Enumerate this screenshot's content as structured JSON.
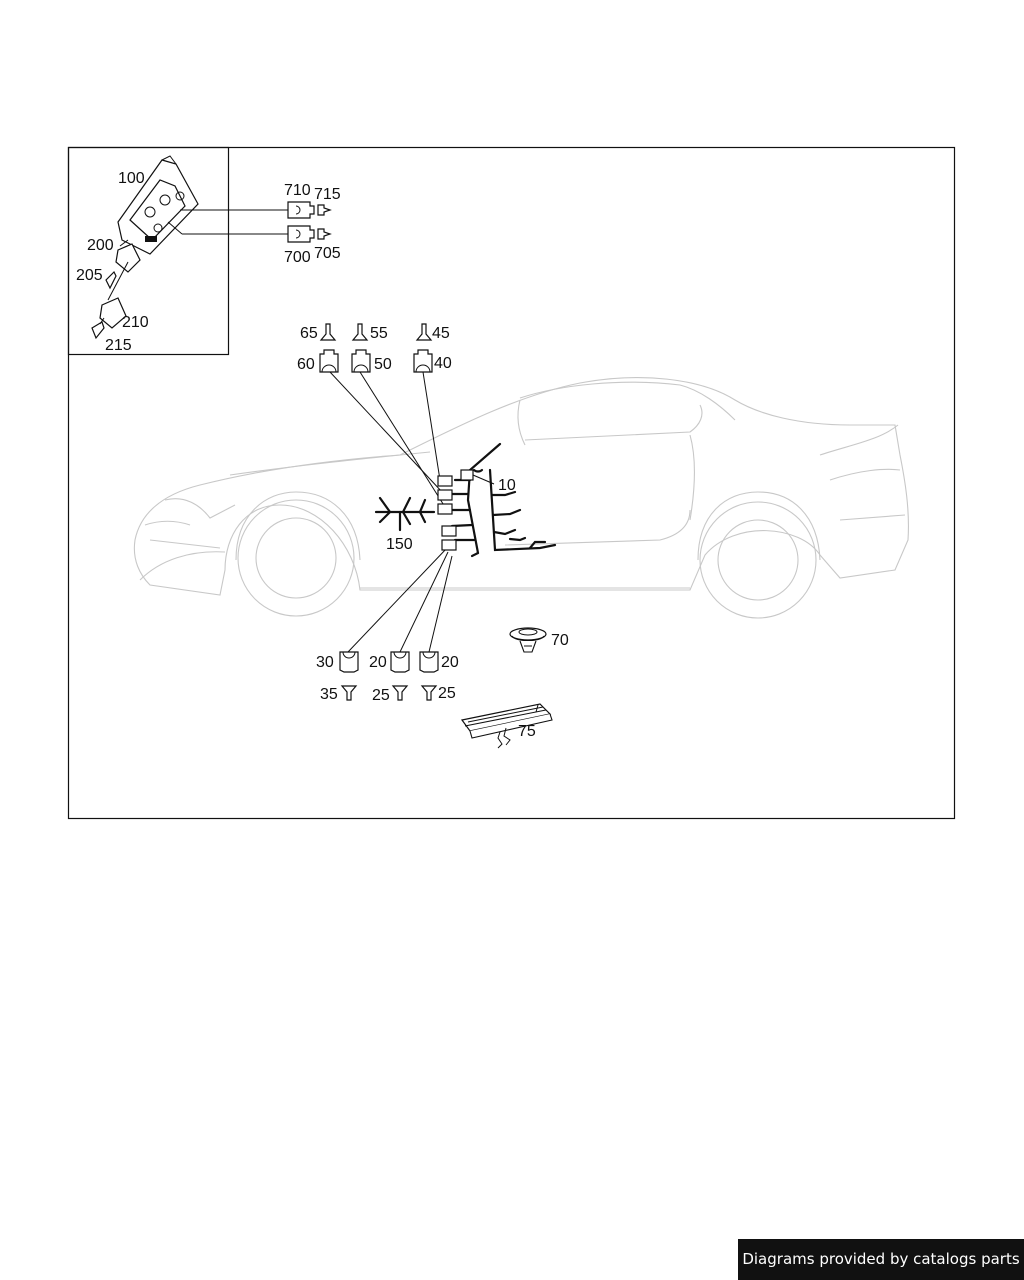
{
  "callouts": {
    "c100": "100",
    "c200": "200",
    "c205": "205",
    "c210": "210",
    "c215": "215",
    "c710": "710",
    "c715": "715",
    "c700": "700",
    "c705": "705",
    "c65": "65",
    "c55": "55",
    "c45": "45",
    "c60": "60",
    "c50": "50",
    "c40": "40",
    "c10": "10",
    "c150": "150",
    "c30": "30",
    "c20a": "20",
    "c20b": "20",
    "c35": "35",
    "c25a": "25",
    "c25b": "25",
    "c70": "70",
    "c75": "75"
  },
  "footer": {
    "text": "Diagrams provided by catalogs parts"
  }
}
